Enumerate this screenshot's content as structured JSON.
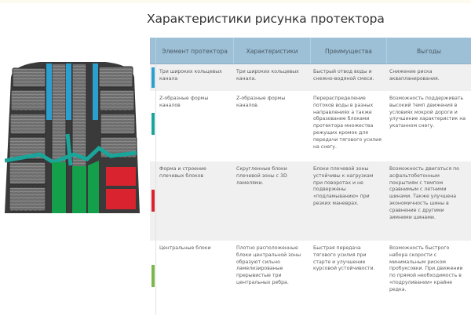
{
  "title": "Характеристики рисунка протектора",
  "colors": {
    "header_bg": "#9dc0d6",
    "blue": "#2a9fd0",
    "teal": "#1aa59a",
    "red": "#d9232f",
    "green": "#7ab648",
    "tire_green": "#14a04a"
  },
  "table": {
    "headers": [
      "Элемент протектора",
      "Характеристики",
      "Преимущества",
      "Выгоды"
    ],
    "rows": [
      {
        "accent": "blue",
        "element": "Три широких кольцевых канала",
        "characteristics": "Три широких кольцевых канала.",
        "advantages": "Быстрый отвод воды и снежно-водяной смеси.",
        "benefits": "Снижение риска аквапланирования."
      },
      {
        "accent": "teal",
        "element": "Z-образные формы каналов",
        "characteristics": "Z-образные формы каналов.",
        "advantages": "Перераспределение потоков воды в разных направлениях а также образование блоками протектора множества режущих кромок для передачи тягового усилия на снегу.",
        "benefits": "Возможность поддерживать высокий темп движения в условиях мокрой дороги и улучшение характеристик на укатанном снегу."
      },
      {
        "accent": "red",
        "element": "Форма и строение плечевых блоков",
        "characteristics": "Скругленные блоки плечевой зоны с 3D ламелями.",
        "advantages": "Блоки плечевой зоны устойчивы к нагрузкам при поворотах и не подвержены «подламыванию» при резких маневрах.",
        "benefits": "Возможность двигаться по асфальтобетонным покрытиям с темпом сравнимым с летними шинами. Также улучшена экономичность шины в сравнение с другими зимними шинами."
      },
      {
        "accent": "green",
        "element": "Центральные блоки",
        "characteristics": "Плотно расположенные блоки центральной зоны образуют сильно ламелизированые прерывистые три центральных ребра.",
        "advantages": "Быстрая передача тягового усилия при старте и улучшение курсовой устойчивости.",
        "benefits": "Возможность быстрого набора скорости с минимальным риском пробуксовки. При движении по прямой необходимость в «подруливании» крайне редка."
      }
    ]
  }
}
